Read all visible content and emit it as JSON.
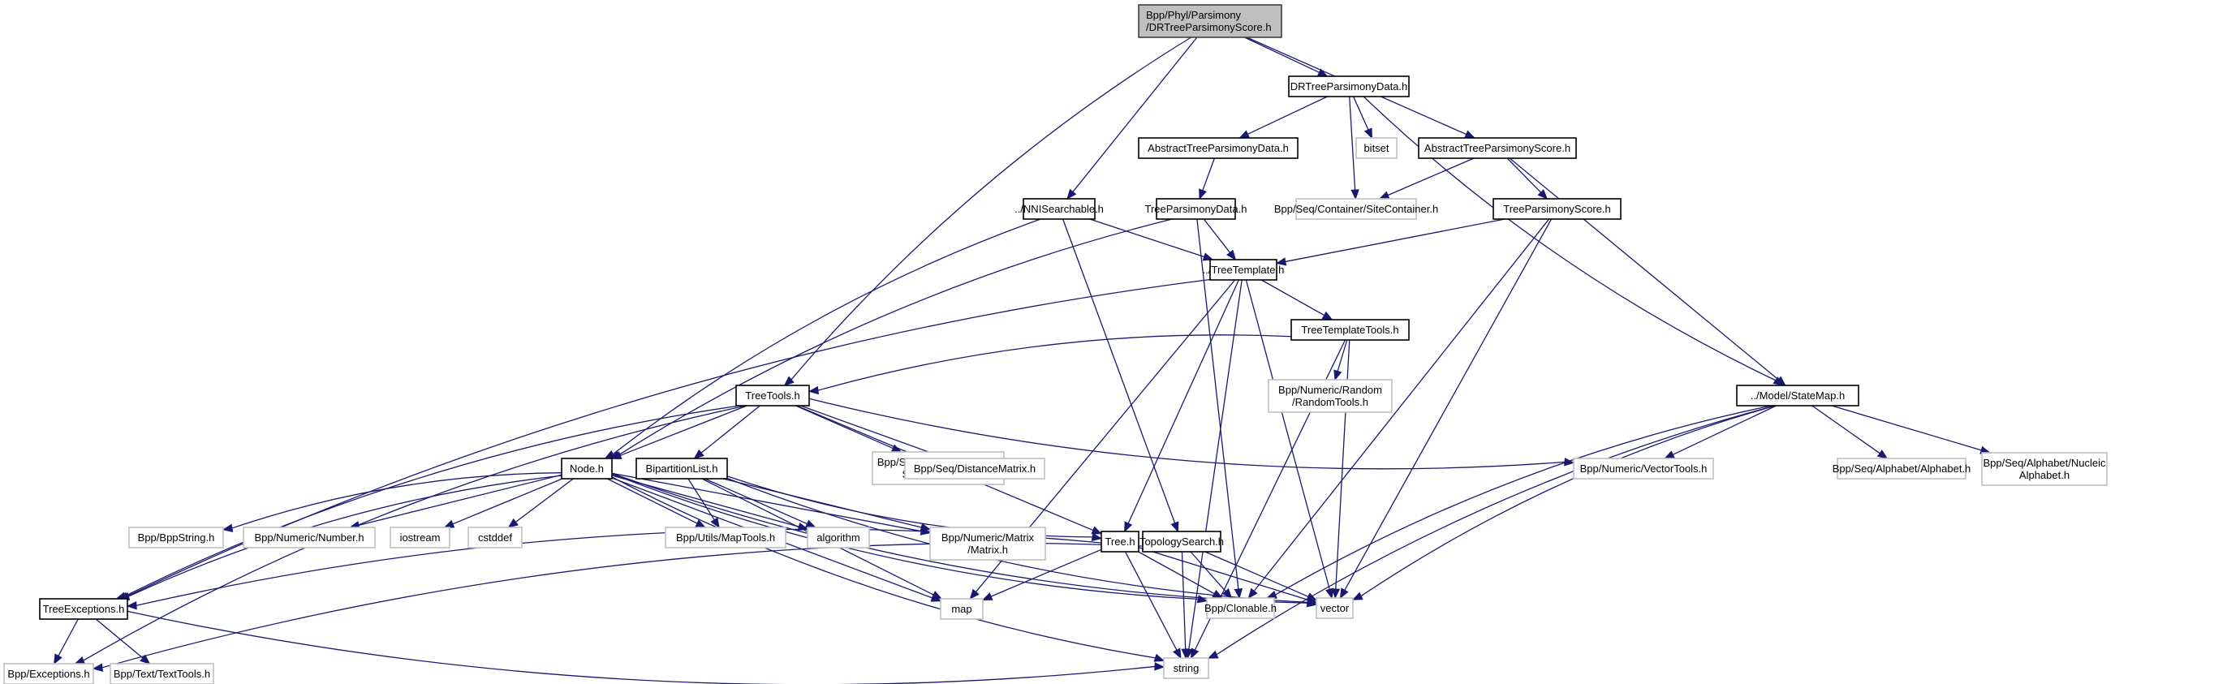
{
  "diagram": {
    "type": "include-dependency-graph",
    "colors": {
      "edge": "#191970",
      "main_fill": "#bfbfbf",
      "main_border": "#404040",
      "local_border": "#000000",
      "external_border": "#bfbfbf"
    },
    "nodes": [
      {
        "id": "root",
        "kind": "main",
        "lines": [
          "Bpp/Phyl/Parsimony",
          "/DRTreeParsimonyScore.h"
        ]
      },
      {
        "id": "drtpd",
        "kind": "local",
        "lines": [
          "DRTreeParsimonyData.h"
        ]
      },
      {
        "id": "atpd",
        "kind": "local",
        "lines": [
          "AbstractTreeParsimonyData.h"
        ]
      },
      {
        "id": "bitset",
        "kind": "ext",
        "lines": [
          "bitset"
        ]
      },
      {
        "id": "atps",
        "kind": "local",
        "lines": [
          "AbstractTreeParsimonyScore.h"
        ]
      },
      {
        "id": "nni",
        "kind": "local",
        "lines": [
          "../NNISearchable.h"
        ]
      },
      {
        "id": "tpd",
        "kind": "local",
        "lines": [
          "TreeParsimonyData.h"
        ]
      },
      {
        "id": "sitecont",
        "kind": "ext",
        "lines": [
          "Bpp/Seq/Container/SiteContainer.h"
        ]
      },
      {
        "id": "tps",
        "kind": "local",
        "lines": [
          "TreeParsimonyScore.h"
        ]
      },
      {
        "id": "treetemplate",
        "kind": "local",
        "lines": [
          "../TreeTemplate.h"
        ]
      },
      {
        "id": "ttt",
        "kind": "local",
        "lines": [
          "TreeTemplateTools.h"
        ]
      },
      {
        "id": "randomtools",
        "kind": "ext",
        "lines": [
          "Bpp/Numeric/Random",
          "/RandomTools.h"
        ]
      },
      {
        "id": "treetools",
        "kind": "local",
        "lines": [
          "TreeTools.h"
        ]
      },
      {
        "id": "statemap",
        "kind": "local",
        "lines": [
          "../Model/StateMap.h"
        ]
      },
      {
        "id": "vsc",
        "kind": "ext",
        "lines": [
          "Bpp/Seq/Container/Vector",
          "SiteContainer.h"
        ]
      },
      {
        "id": "distmat",
        "kind": "ext",
        "lines": [
          "Bpp/Seq/DistanceMatrix.h"
        ]
      },
      {
        "id": "vectortools",
        "kind": "ext",
        "lines": [
          "Bpp/Numeric/VectorTools.h"
        ]
      },
      {
        "id": "alphabet",
        "kind": "ext",
        "lines": [
          "Bpp/Seq/Alphabet/Alphabet.h"
        ]
      },
      {
        "id": "nucalpha",
        "kind": "ext",
        "lines": [
          "Bpp/Seq/Alphabet/Nucleic",
          "Alphabet.h"
        ]
      },
      {
        "id": "node",
        "kind": "local",
        "lines": [
          "Node.h"
        ]
      },
      {
        "id": "bipart",
        "kind": "local",
        "lines": [
          "BipartitionList.h"
        ]
      },
      {
        "id": "bppstring",
        "kind": "ext",
        "lines": [
          "Bpp/BppString.h"
        ]
      },
      {
        "id": "number",
        "kind": "ext",
        "lines": [
          "Bpp/Numeric/Number.h"
        ]
      },
      {
        "id": "iostream",
        "kind": "ext",
        "lines": [
          "iostream"
        ]
      },
      {
        "id": "cstddef",
        "kind": "ext",
        "lines": [
          "cstddef"
        ]
      },
      {
        "id": "maptools",
        "kind": "ext",
        "lines": [
          "Bpp/Utils/MapTools.h"
        ]
      },
      {
        "id": "algorithm",
        "kind": "ext",
        "lines": [
          "algorithm"
        ]
      },
      {
        "id": "matrix",
        "kind": "ext",
        "lines": [
          "Bpp/Numeric/Matrix",
          "/Matrix.h"
        ]
      },
      {
        "id": "tree",
        "kind": "local",
        "lines": [
          "Tree.h"
        ]
      },
      {
        "id": "topo",
        "kind": "local",
        "lines": [
          "TopologySearch.h"
        ]
      },
      {
        "id": "treeexc",
        "kind": "local",
        "lines": [
          "TreeExceptions.h"
        ]
      },
      {
        "id": "map",
        "kind": "ext",
        "lines": [
          "map"
        ]
      },
      {
        "id": "clonable",
        "kind": "ext",
        "lines": [
          "Bpp/Clonable.h"
        ]
      },
      {
        "id": "vector",
        "kind": "ext",
        "lines": [
          "vector"
        ]
      },
      {
        "id": "exceptions",
        "kind": "ext",
        "lines": [
          "Bpp/Exceptions.h"
        ]
      },
      {
        "id": "texttools",
        "kind": "ext",
        "lines": [
          "Bpp/Text/TextTools.h"
        ]
      },
      {
        "id": "string",
        "kind": "ext",
        "lines": [
          "string"
        ]
      }
    ],
    "edges": [
      [
        "root",
        "drtpd"
      ],
      [
        "root",
        "atps"
      ],
      [
        "root",
        "nni"
      ],
      [
        "root",
        "treetools"
      ],
      [
        "drtpd",
        "atpd"
      ],
      [
        "drtpd",
        "bitset"
      ],
      [
        "drtpd",
        "sitecont"
      ],
      [
        "drtpd",
        "statemap"
      ],
      [
        "atpd",
        "tpd"
      ],
      [
        "atps",
        "sitecont"
      ],
      [
        "atps",
        "tps"
      ],
      [
        "atps",
        "statemap"
      ],
      [
        "nni",
        "treetemplate"
      ],
      [
        "nni",
        "node"
      ],
      [
        "nni",
        "topo"
      ],
      [
        "tpd",
        "treetemplate"
      ],
      [
        "tpd",
        "node"
      ],
      [
        "tpd",
        "clonable"
      ],
      [
        "tps",
        "treetemplate"
      ],
      [
        "tps",
        "clonable"
      ],
      [
        "tps",
        "vector"
      ],
      [
        "treetemplate",
        "ttt"
      ],
      [
        "treetemplate",
        "tree"
      ],
      [
        "treetemplate",
        "treeexc"
      ],
      [
        "treetemplate",
        "map"
      ],
      [
        "treetemplate",
        "vector"
      ],
      [
        "treetemplate",
        "string"
      ],
      [
        "ttt",
        "treetools"
      ],
      [
        "ttt",
        "randomtools"
      ],
      [
        "ttt",
        "vector"
      ],
      [
        "ttt",
        "string"
      ],
      [
        "treetools",
        "node"
      ],
      [
        "treetools",
        "bipart"
      ],
      [
        "treetools",
        "vsc"
      ],
      [
        "treetools",
        "distmat"
      ],
      [
        "treetools",
        "vectortools"
      ],
      [
        "treetools",
        "tree"
      ],
      [
        "treetools",
        "treeexc"
      ],
      [
        "treetools",
        "exceptions"
      ],
      [
        "statemap",
        "vectortools"
      ],
      [
        "statemap",
        "alphabet"
      ],
      [
        "statemap",
        "nucalpha"
      ],
      [
        "statemap",
        "clonable"
      ],
      [
        "statemap",
        "vector"
      ],
      [
        "statemap",
        "string"
      ],
      [
        "node",
        "treeexc"
      ],
      [
        "node",
        "bppstring"
      ],
      [
        "node",
        "number"
      ],
      [
        "node",
        "iostream"
      ],
      [
        "node",
        "cstddef"
      ],
      [
        "node",
        "maptools"
      ],
      [
        "node",
        "algorithm"
      ],
      [
        "node",
        "matrix"
      ],
      [
        "node",
        "map"
      ],
      [
        "node",
        "clonable"
      ],
      [
        "node",
        "string"
      ],
      [
        "node",
        "vector"
      ],
      [
        "bipart",
        "maptools"
      ],
      [
        "bipart",
        "algorithm"
      ],
      [
        "bipart",
        "matrix"
      ],
      [
        "bipart",
        "tree"
      ],
      [
        "bipart",
        "map"
      ],
      [
        "bipart",
        "vector"
      ],
      [
        "tree",
        "treeexc"
      ],
      [
        "tree",
        "clonable"
      ],
      [
        "tree",
        "vector"
      ],
      [
        "tree",
        "string"
      ],
      [
        "tree",
        "map"
      ],
      [
        "topo",
        "clonable"
      ],
      [
        "topo",
        "vector"
      ],
      [
        "topo",
        "string"
      ],
      [
        "topo",
        "exceptions"
      ],
      [
        "treeexc",
        "exceptions"
      ],
      [
        "treeexc",
        "texttools"
      ],
      [
        "treeexc",
        "string"
      ]
    ]
  }
}
